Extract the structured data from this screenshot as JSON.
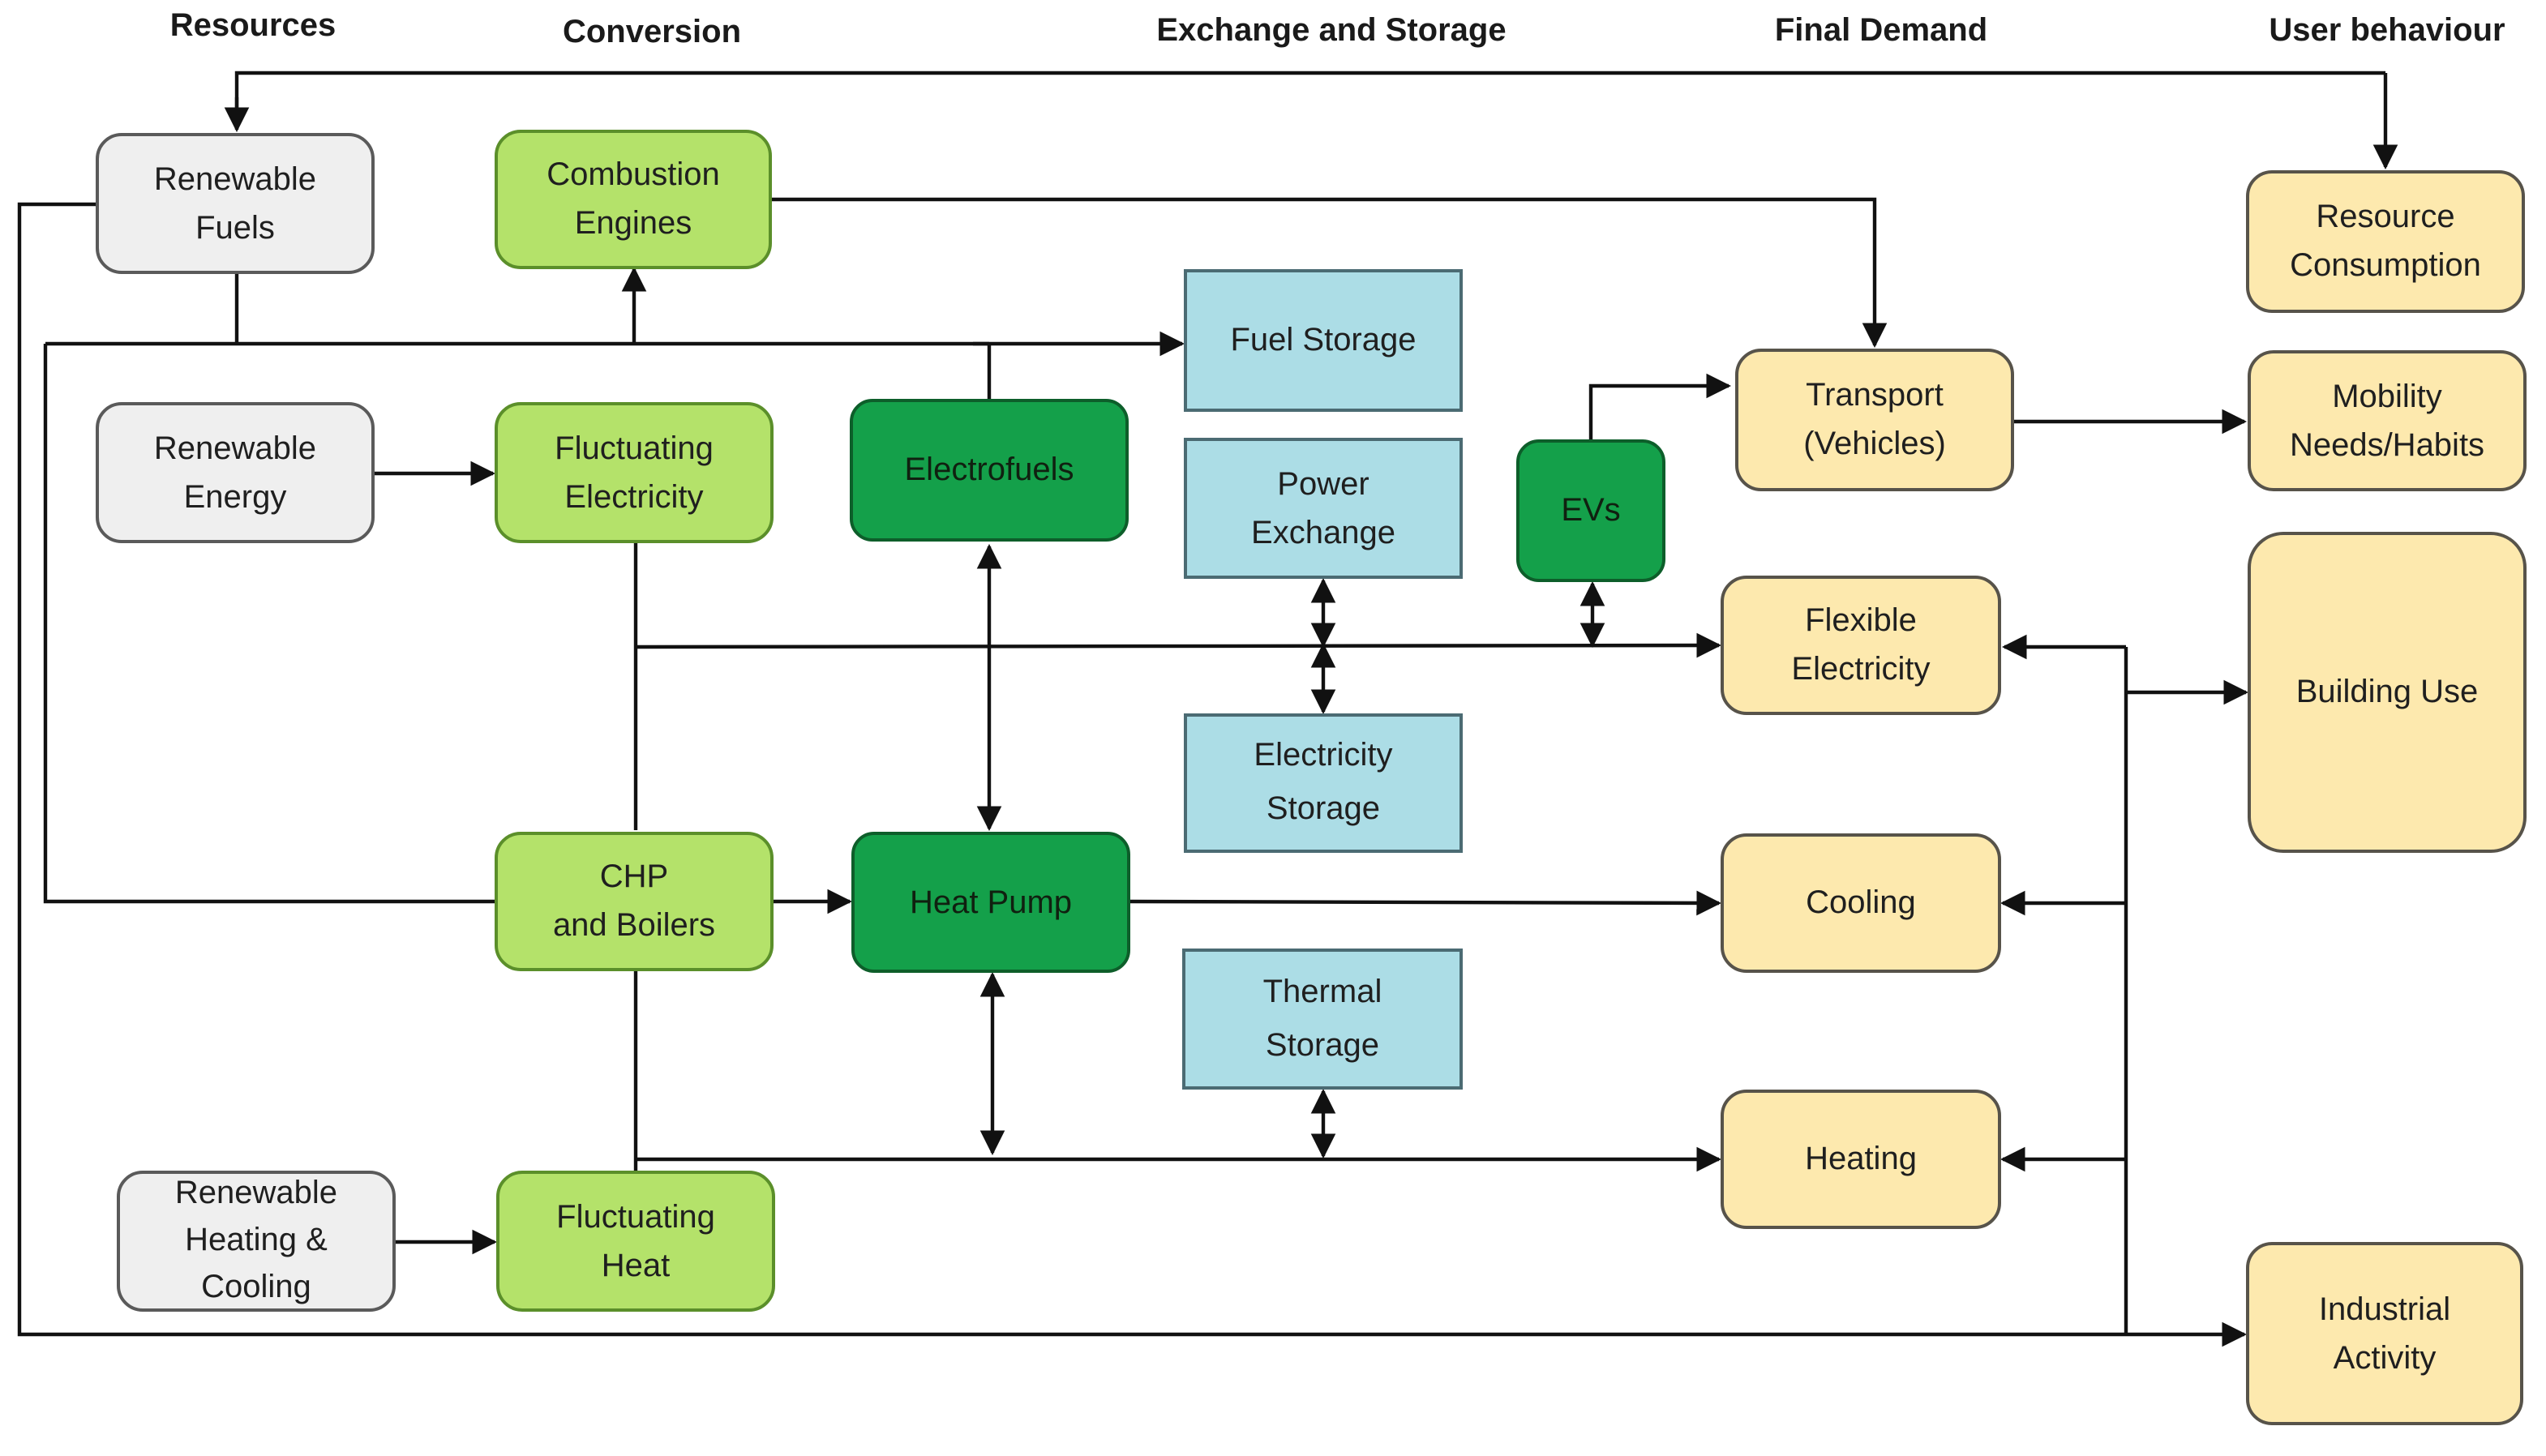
{
  "column_headers": {
    "resources": "Resources",
    "conversion": "Conversion",
    "exchange_storage": "Exchange and Storage",
    "final_demand": "Final Demand",
    "user_behaviour": "User behaviour"
  },
  "nodes": {
    "renewable_fuels": "Renewable\nFuels",
    "renewable_energy": "Renewable\nEnergy",
    "renewable_heating_cooling": "Renewable\nHeating &\nCooling",
    "combustion_engines": "Combustion\nEngines",
    "fluctuating_electricity": "Fluctuating\nElectricity",
    "chp_boilers": "CHP\nand Boilers",
    "fluctuating_heat": "Fluctuating\nHeat",
    "electrofuels": "Electrofuels",
    "heat_pump": "Heat Pump",
    "evs": "EVs",
    "fuel_storage": "Fuel Storage",
    "power_exchange": "Power\nExchange",
    "electricity_storage": "Electricity\nStorage",
    "thermal_storage": "Thermal\nStorage",
    "transport": "Transport\n(Vehicles)",
    "flexible_electricity": "Flexible\nElectricity",
    "cooling": "Cooling",
    "heating": "Heating",
    "resource_consumption": "Resource\nConsumption",
    "mobility": "Mobility\nNeeds/Habits",
    "building_use": "Building Use",
    "industrial_activity": "Industrial\nActivity"
  },
  "colors": {
    "resource_fill": "#efefef",
    "conversion_fill": "#b4e26a",
    "conversion_dark_fill": "#14a04a",
    "storage_fill": "#acdde6",
    "demand_fill": "#fde9ae",
    "line": "#111111"
  }
}
